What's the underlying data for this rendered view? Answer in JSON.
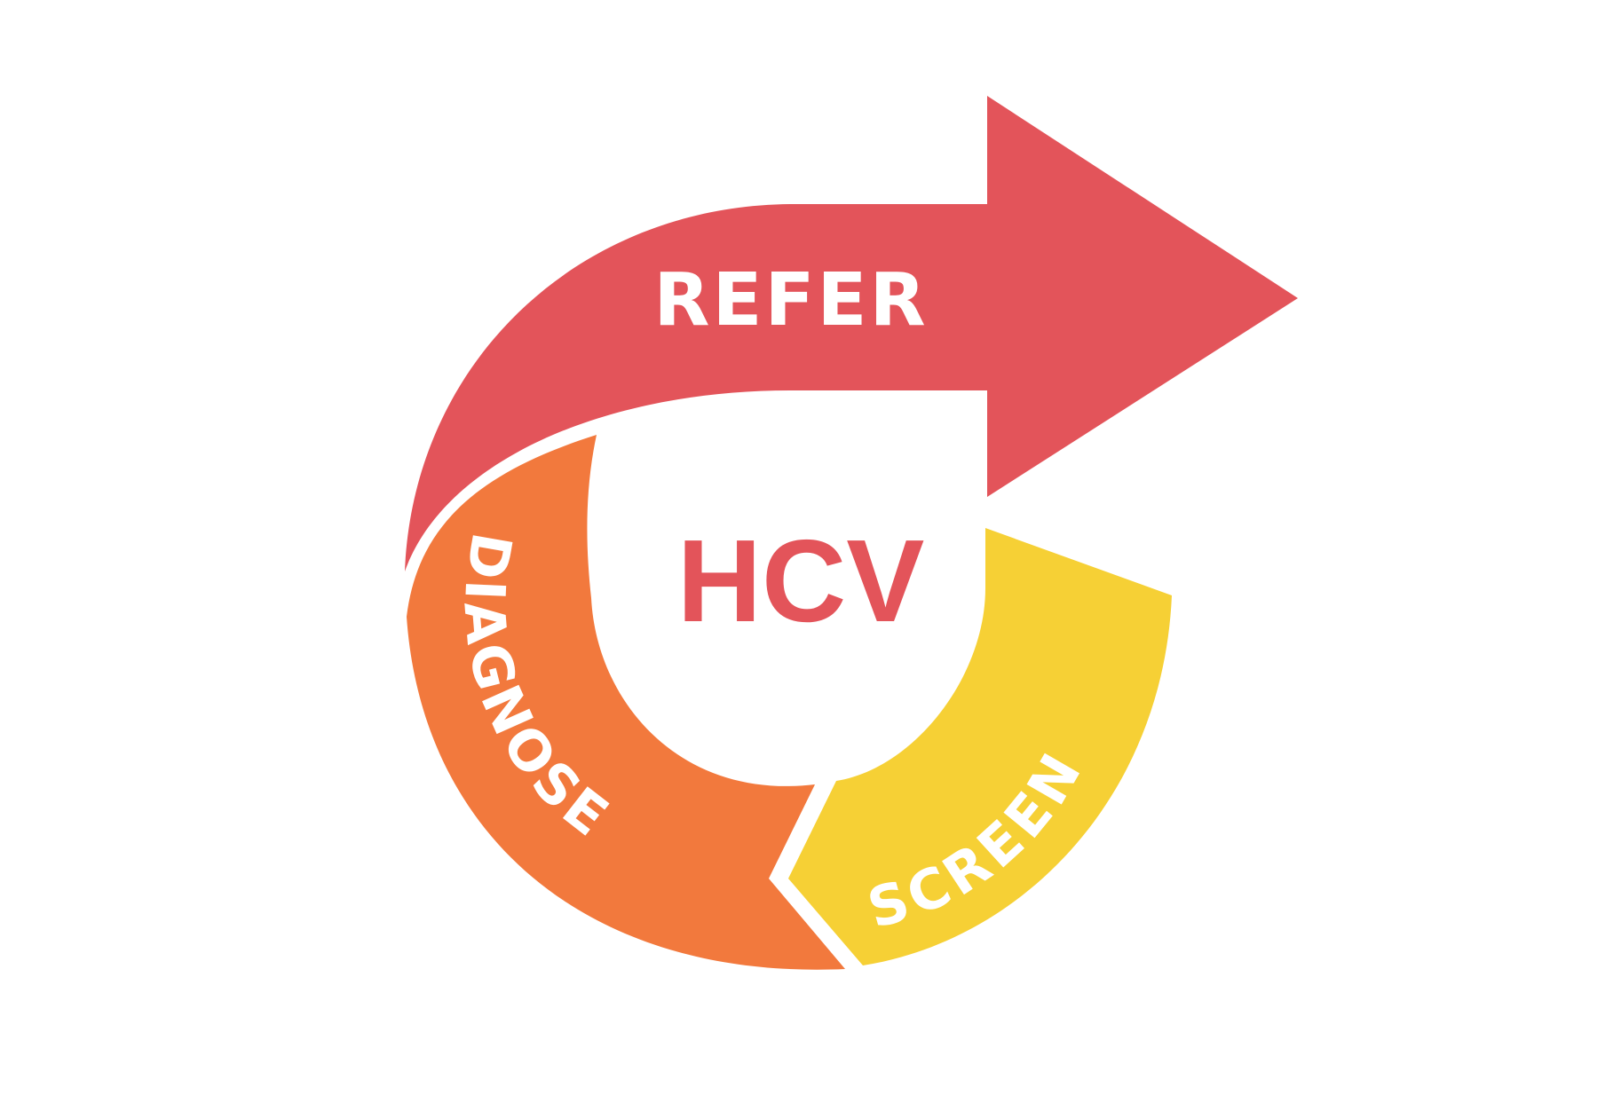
{
  "center": {
    "label": "HCV",
    "color": "#e3545a"
  },
  "segments": [
    {
      "id": "refer",
      "label": "REFER",
      "color": "#e3545a",
      "text_color": "#ffffff"
    },
    {
      "id": "diagnose",
      "label": "DIAGNOSE",
      "color": "#f2793d",
      "text_color": "#ffffff"
    },
    {
      "id": "screen",
      "label": "SCREEN",
      "color": "#f6d035",
      "text_color": "#ffffff"
    }
  ],
  "background": "#ffffff"
}
